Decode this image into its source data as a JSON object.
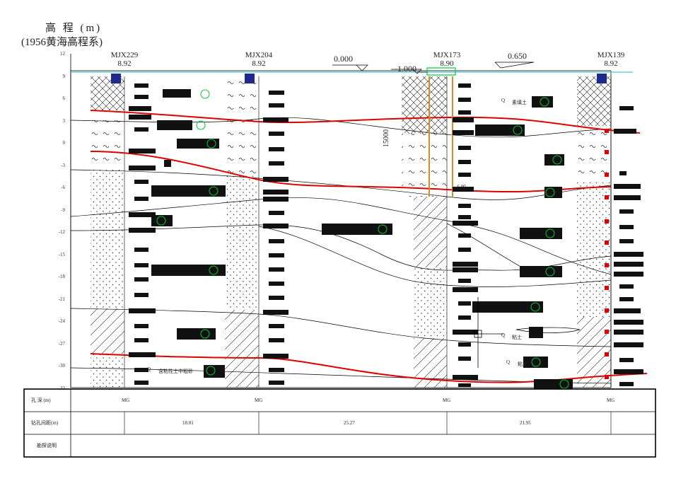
{
  "title": {
    "line1": "高 程 (m)",
    "line2": "(1956黄海高程系)"
  },
  "y_ticks": [
    "12",
    "9",
    "6",
    "3",
    "0",
    "-3",
    "-6",
    "-9",
    "-12",
    "-15",
    "-18",
    "-21",
    "-24",
    "-27",
    "-30",
    "-33"
  ],
  "boreholes": [
    {
      "name": "MJX229",
      "elevation": "8.92"
    },
    {
      "name": "MJX204",
      "elevation": "8.92"
    },
    {
      "name": "MJX173",
      "elevation": "8.90"
    },
    {
      "name": "MJX139",
      "elevation": "8.92"
    }
  ],
  "levels": {
    "zero": "0.000",
    "minus_one": "-1.000",
    "plus": "0.650"
  },
  "pile_label": "15000",
  "pile_elev_label": "-6.00",
  "soil_labels": {
    "fill": "素填土",
    "clay": "粘土",
    "clay_gravel": "含粘性土中粗砂",
    "q_symbol": "Q"
  },
  "table": {
    "row1": "孔 深 (m)",
    "row2": "钻孔间距(m)",
    "row3": "勘探说明",
    "hole_marks": [
      "MG",
      "MG",
      "MG",
      "MG"
    ],
    "distances": [
      "18.01",
      "25.27",
      "21.95"
    ]
  },
  "colors": {
    "strata_boundary": "#e00000",
    "water_line": "#4fc3d9",
    "pile": "#d98a2b",
    "legend_green": "#00cc33"
  }
}
